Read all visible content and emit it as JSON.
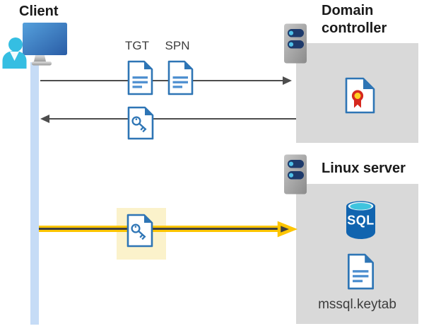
{
  "colors": {
    "accent_blue": "#2e75b5",
    "doc_line_blue": "#4f90d0",
    "arrow_gray": "#4d4d4d",
    "box_gray": "#d9d9d9",
    "highlight_yellow_bg": "#fbf2cb",
    "arrow_yellow": "#fdc500",
    "arrow_yellow_core": "#3f3f3f",
    "lifeline_blue": "#c6dcf6",
    "icon_cyan": "#35bee2",
    "server_navy": "#1e3a6b",
    "server_dot_cyan": "#4fc0e8",
    "sql_blue": "#1164af",
    "sql_top_cyan": "#3fc4de",
    "cert_red": "#d6281e",
    "cert_yellow": "#ffd021",
    "heading_text": "#1a1a1a",
    "label_text": "#3d3d3d"
  },
  "client": {
    "label": "Client"
  },
  "tickets": {
    "tgt_label": "TGT",
    "spn_label": "SPN"
  },
  "domain_controller": {
    "label": "Domain controller"
  },
  "linux_server": {
    "label": "Linux server",
    "sql_icon_label": "SQL",
    "keytab_label": "mssql.keytab"
  }
}
